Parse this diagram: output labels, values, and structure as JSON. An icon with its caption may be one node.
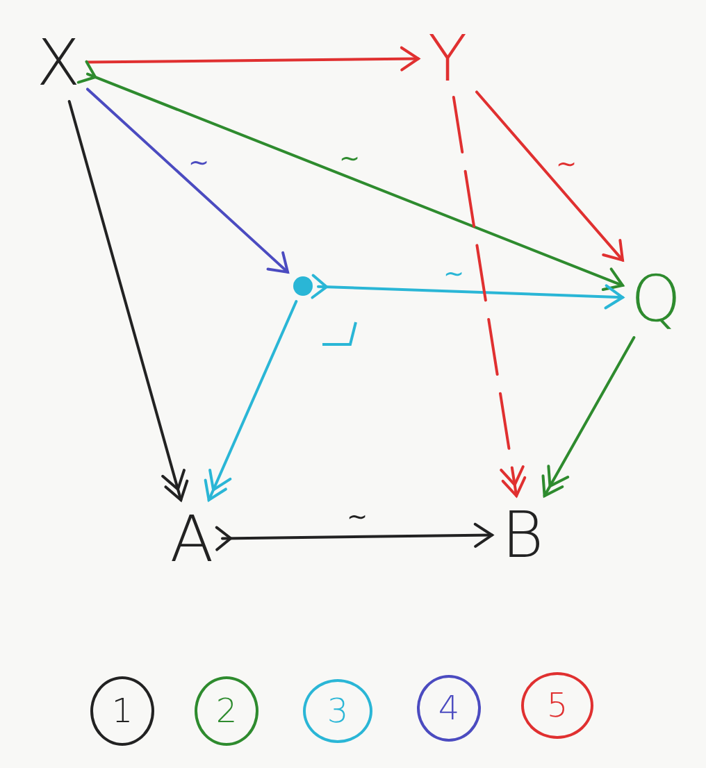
{
  "diagram": {
    "nodes": [
      {
        "text": [
          "X"
        ]
      },
      {
        "text": [
          "Y"
        ]
      },
      {
        "text": [],
        "shape": "circle"
      },
      {
        "text": [
          "Q"
        ]
      },
      {
        "text": [
          "A"
        ]
      },
      {
        "text": [
          "B"
        ]
      },
      {
        "text": [
          "1"
        ]
      },
      {
        "text": [
          "2"
        ]
      },
      {
        "text": [
          "3"
        ]
      },
      {
        "text": [
          "4"
        ]
      },
      {
        "text": [
          "5"
        ]
      }
    ],
    "edges": [
      {
        "from": 0,
        "to": 1,
        "arrow": "to"
      },
      {
        "from": 0,
        "to": 3,
        "arrow": "to",
        "label": "~",
        "color": "#2e8b2e"
      },
      {
        "from": 1,
        "to": 3,
        "arrow": "to",
        "label": "~"
      },
      {
        "from": 0,
        "to": 2,
        "arrow": "to",
        "label": "~",
        "color": "#4b4bc0"
      },
      {
        "from": 2,
        "to": 3,
        "arrow": "to",
        "label": "~",
        "color": "#2ab6d6"
      },
      {
        "from": 1,
        "to": 5,
        "arrow": "to",
        "style": "dashed"
      },
      {
        "from": 0,
        "to": 4,
        "arrow": "to",
        "color": "#222222"
      },
      {
        "from": 2,
        "to": 4,
        "arrow": "to",
        "color": "#2ab6d6"
      },
      {
        "from": 3,
        "to": 5,
        "arrow": "to",
        "color": "#2e8b2e"
      },
      {
        "from": 4,
        "to": 5,
        "arrow": "to",
        "label": "~",
        "color": "#222222"
      }
    ]
  }
}
